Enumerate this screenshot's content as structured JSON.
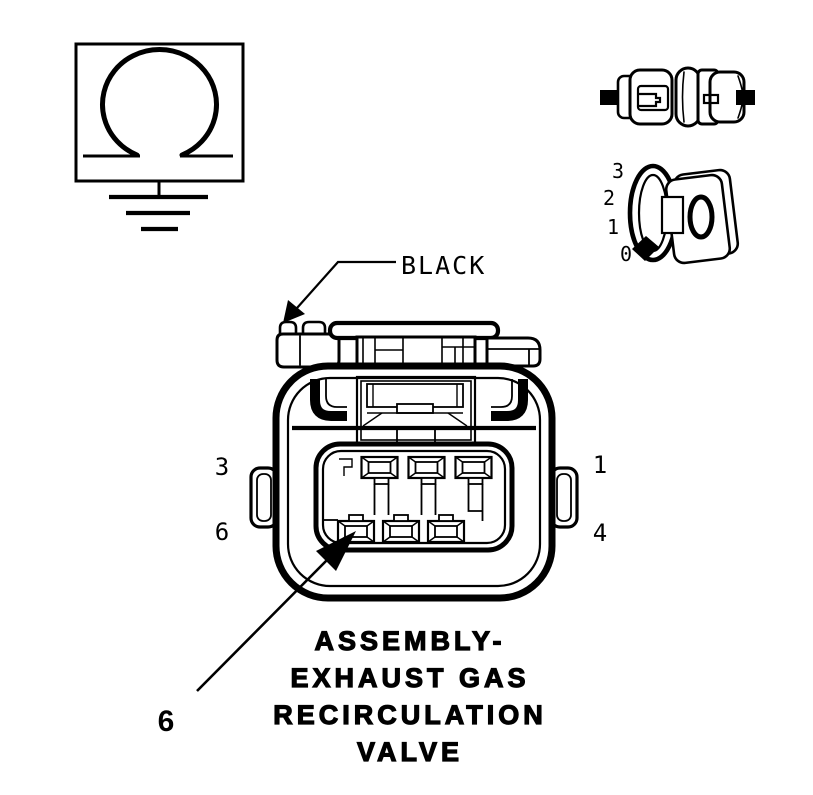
{
  "figure": {
    "connector_color_label": "BLACK",
    "pin_labels": {
      "top_left": "3",
      "top_right": "1",
      "bottom_left": "6",
      "bottom_right": "4"
    },
    "pin_callout": {
      "label": "6"
    },
    "indicator_scale": [
      "3",
      "2",
      "1",
      "0"
    ],
    "caption": {
      "lines": [
        "ASSEMBLY-",
        "EXHAUST GAS",
        "RECIRCULATION",
        "VALVE"
      ]
    },
    "colors": {
      "line": "#000000",
      "background": "#ffffff"
    }
  }
}
